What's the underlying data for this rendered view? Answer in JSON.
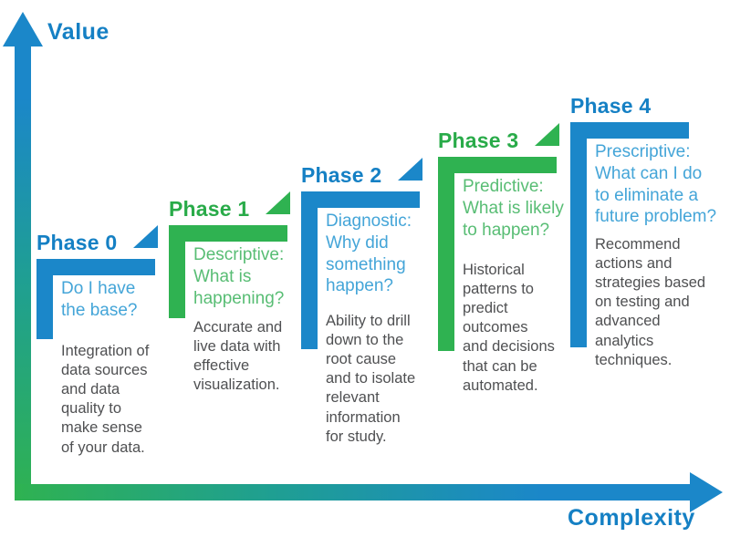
{
  "colors": {
    "background": "#ffffff",
    "blue": "#1580c4",
    "blue_bracket": "#1b87c9",
    "blue_light": "#44a5d8",
    "green": "#29ab49",
    "green_bracket": "#2fb251",
    "green_light": "#58bd74",
    "text_gray": "#4f5052"
  },
  "axes": {
    "y_label": "Value",
    "x_label": "Complexity"
  },
  "icons": {
    "y_axis_arrow": "arrow-up",
    "x_axis_arrow": "arrow-right",
    "phase_marker": "triangle-flag"
  },
  "phases": [
    {
      "title": "Phase 0",
      "color": "blue",
      "question": "Do I have\nthe base?",
      "description": "Integration of\ndata sources\nand data\nquality to\nmake sense\nof your data."
    },
    {
      "title": "Phase 1",
      "color": "green",
      "question": "Descriptive:\nWhat is\nhappening?",
      "description": "Accurate and\nlive data with\neffective\nvisualization."
    },
    {
      "title": "Phase 2",
      "color": "blue",
      "question": "Diagnostic:\nWhy did\nsomething\nhappen?",
      "description": "Ability to drill\ndown to the\nroot cause\nand to isolate\nrelevant\ninformation\nfor study."
    },
    {
      "title": "Phase 3",
      "color": "green",
      "question": "Predictive:\nWhat is likely\nto happen?",
      "description": "Historical\npatterns to\npredict\noutcomes\nand decisions\nthat can be\nautomated."
    },
    {
      "title": "Phase 4",
      "color": "blue",
      "question": "Prescriptive:\nWhat can I do\nto eliminate a\nfuture problem?",
      "description": "Recommend\nactions and\nstrategies based\non testing and\nadvanced\nanalytics\ntechniques."
    }
  ]
}
